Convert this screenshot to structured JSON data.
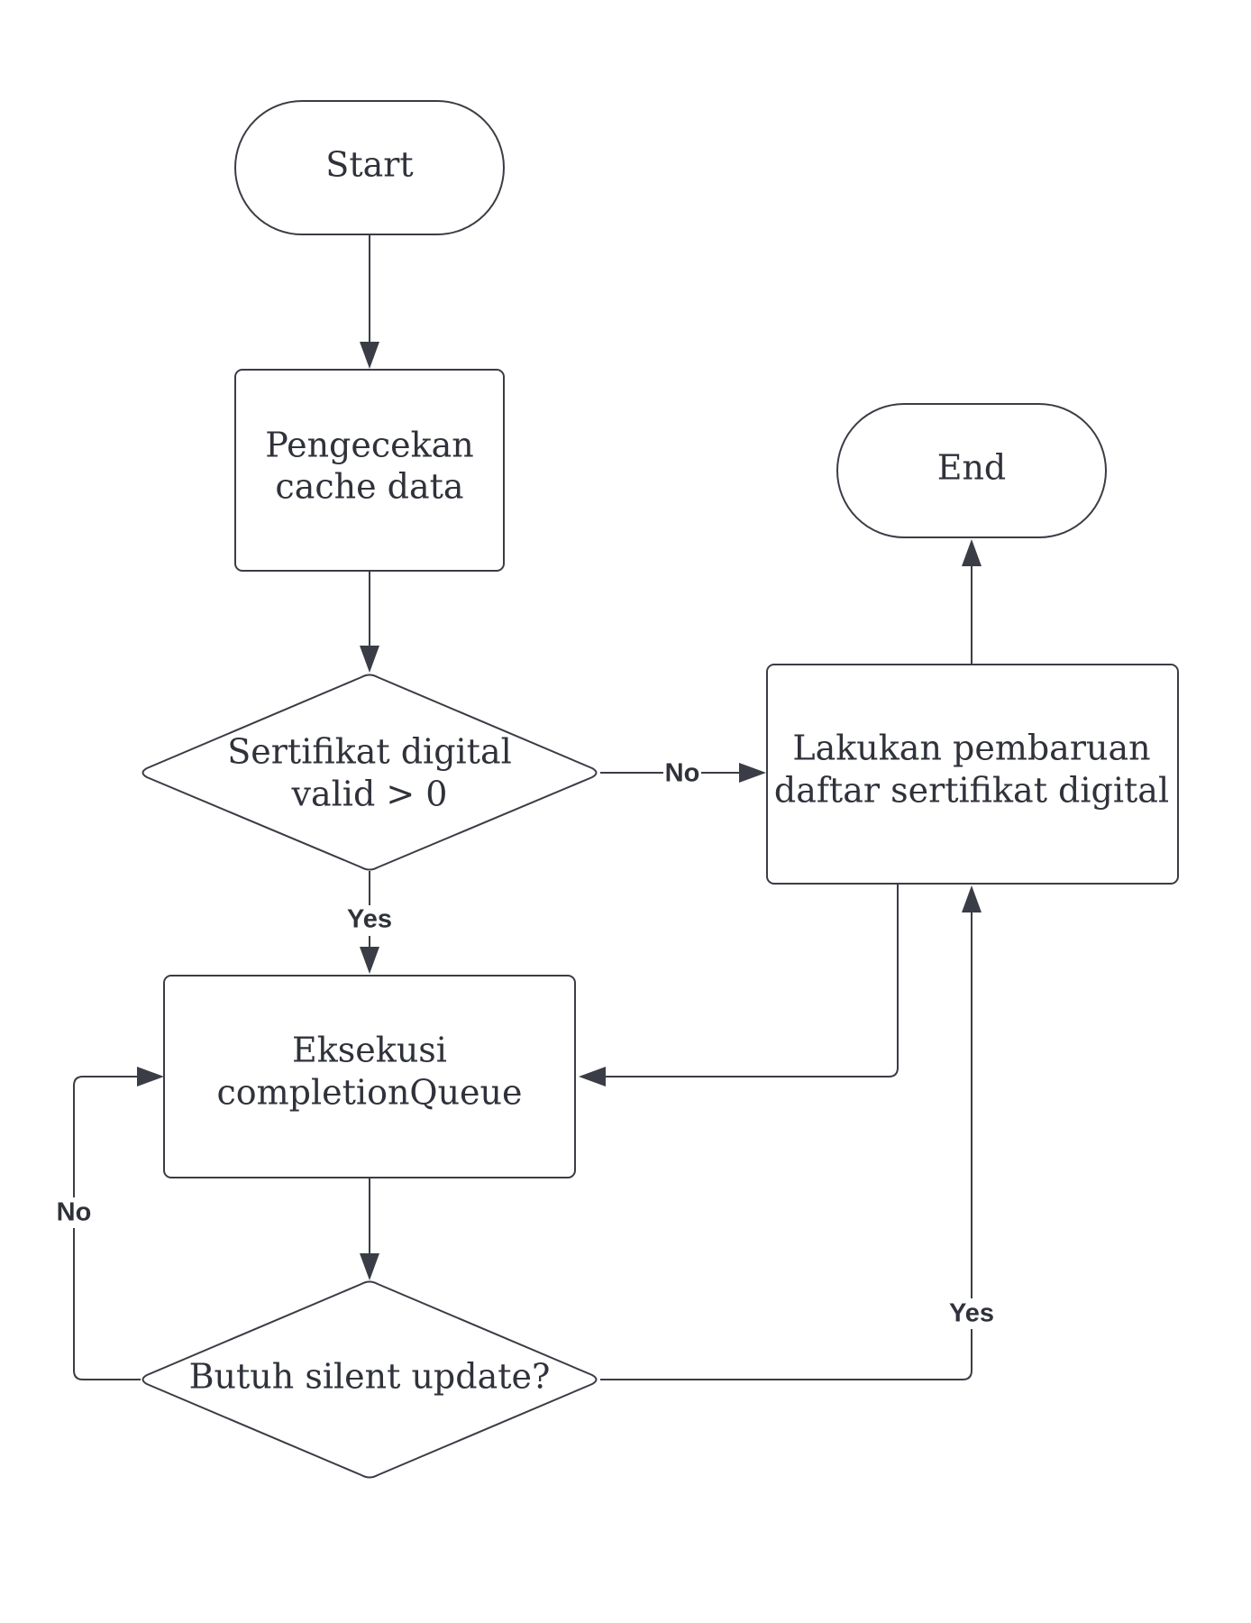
{
  "nodes": {
    "start": {
      "label": "Start"
    },
    "check_cache": {
      "lines": [
        "Pengecekan",
        "cache data"
      ]
    },
    "cert_valid": {
      "lines": [
        "Sertifikat digital",
        "valid > 0"
      ]
    },
    "update_certs": {
      "lines": [
        "Lakukan pembaruan",
        "daftar sertifikat digital"
      ]
    },
    "end": {
      "label": "End"
    },
    "exec_queue": {
      "lines": [
        "Eksekusi",
        "completionQueue"
      ]
    },
    "silent_update": {
      "label": "Butuh silent update?"
    }
  },
  "edges": {
    "cert_valid_no": {
      "label": "No"
    },
    "cert_valid_yes": {
      "label": "Yes"
    },
    "silent_update_no": {
      "label": "No"
    },
    "silent_update_yes": {
      "label": "Yes"
    }
  },
  "colors": {
    "stroke": "#3a3d45",
    "text": "#2f323a",
    "background": "#ffffff"
  }
}
